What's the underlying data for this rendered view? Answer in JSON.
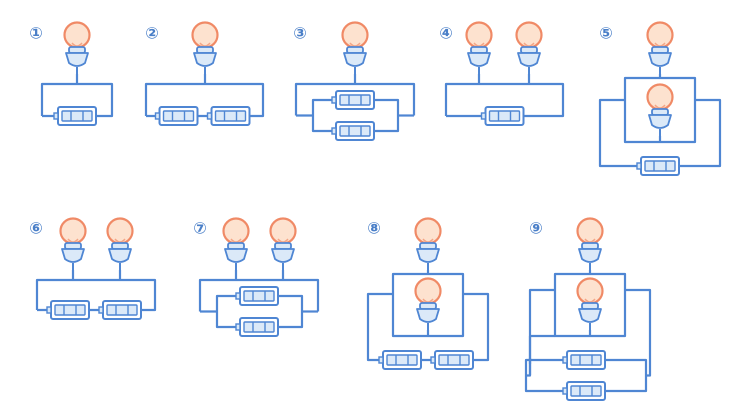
{
  "title": "",
  "colors": {
    "wire": "#4f86d3",
    "bulb_glass_fill": "#fde2cf",
    "bulb_glass_stroke": "#f08a66",
    "bulb_base_fill": "#dbe9f8",
    "battery_fill": "#dbe9f8",
    "label": "#4a7fc8"
  },
  "icons": {
    "bulb": "light-bulb-icon",
    "battery": "battery-icon"
  },
  "circuits": [
    {
      "label": "①",
      "bulbs": 1,
      "bulb_arrangement": "single",
      "batteries": 1,
      "battery_arrangement": "single"
    },
    {
      "label": "②",
      "bulbs": 1,
      "bulb_arrangement": "single",
      "batteries": 2,
      "battery_arrangement": "series"
    },
    {
      "label": "③",
      "bulbs": 1,
      "bulb_arrangement": "single",
      "batteries": 2,
      "battery_arrangement": "parallel"
    },
    {
      "label": "④",
      "bulbs": 2,
      "bulb_arrangement": "series",
      "batteries": 1,
      "battery_arrangement": "single"
    },
    {
      "label": "⑤",
      "bulbs": 2,
      "bulb_arrangement": "parallel",
      "batteries": 1,
      "battery_arrangement": "single"
    },
    {
      "label": "⑥",
      "bulbs": 2,
      "bulb_arrangement": "series",
      "batteries": 2,
      "battery_arrangement": "series"
    },
    {
      "label": "⑦",
      "bulbs": 2,
      "bulb_arrangement": "series",
      "batteries": 2,
      "battery_arrangement": "parallel"
    },
    {
      "label": "⑧",
      "bulbs": 2,
      "bulb_arrangement": "parallel",
      "batteries": 2,
      "battery_arrangement": "series"
    },
    {
      "label": "⑨",
      "bulbs": 2,
      "bulb_arrangement": "parallel",
      "batteries": 2,
      "battery_arrangement": "parallel"
    }
  ]
}
